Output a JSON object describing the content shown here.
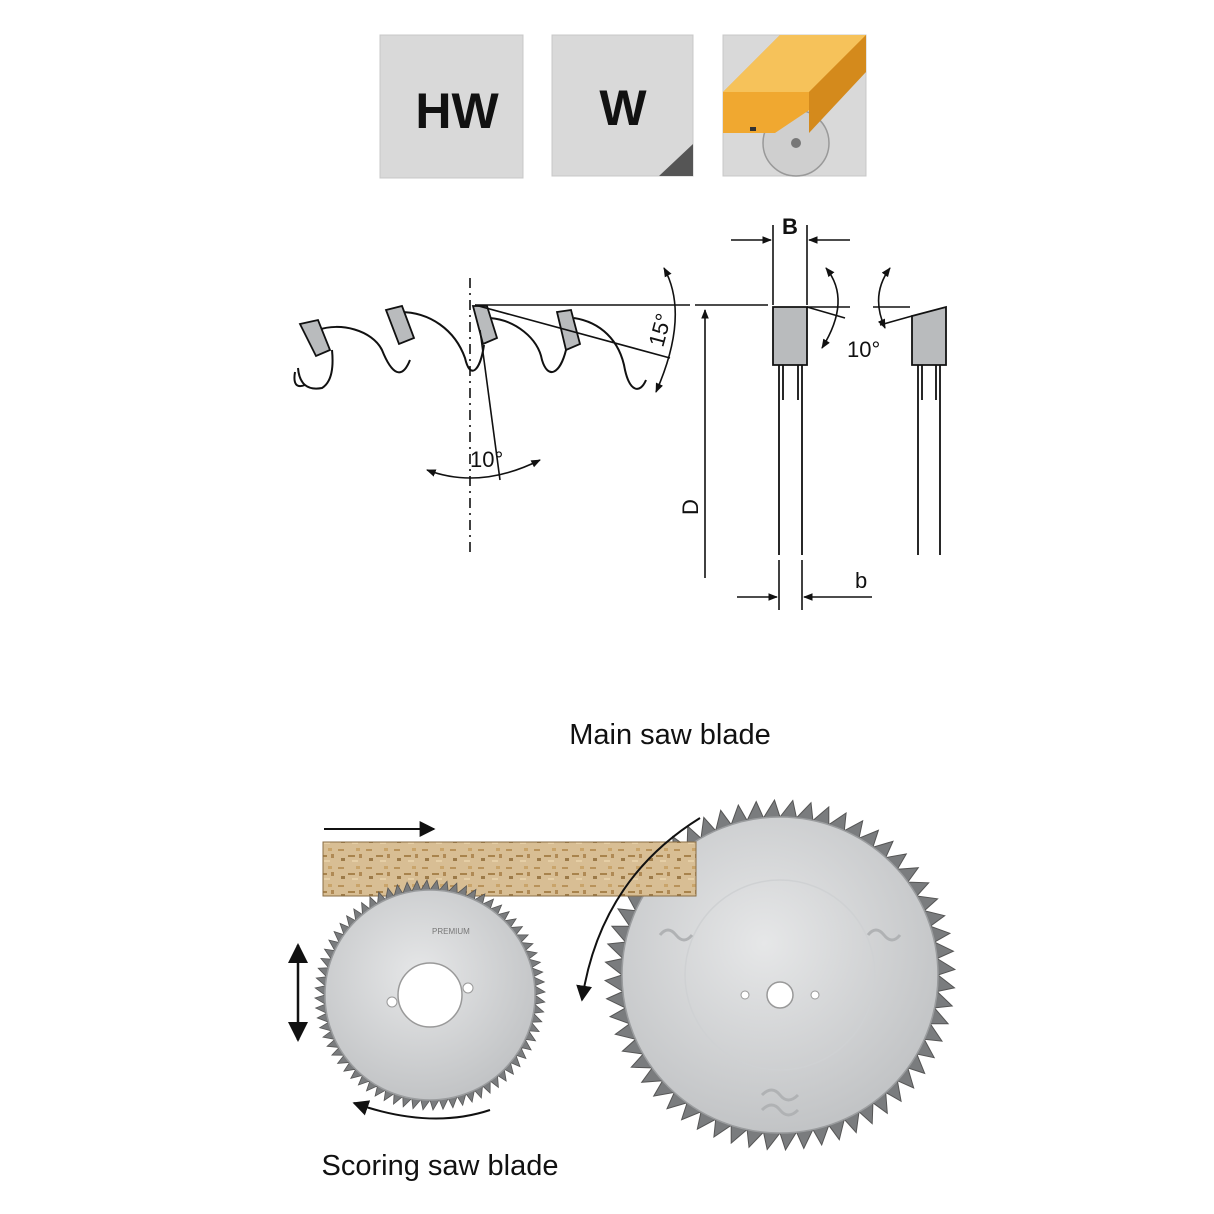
{
  "icons": [
    {
      "name": "hw-icon",
      "label": "HW"
    },
    {
      "name": "w-icon",
      "label": "W"
    },
    {
      "name": "board-on-blade-icon"
    }
  ],
  "diagram": {
    "rake_angle": "10°",
    "clearance_angle": "15°",
    "bevel_angle": "10°",
    "kerf_width_label": "B",
    "body_thickness_label": "b",
    "diameter_label": "D"
  },
  "captions": {
    "main": "Main saw blade",
    "scoring": "Scoring saw blade"
  },
  "scoring_blade_marking": "PREMIUM",
  "colors": {
    "icon_bg": "#d9d9d9",
    "board": "#f0a830",
    "blade": "#c4c6c8",
    "blade_dark": "#7a7c7e",
    "chipboard": "#d8be94"
  }
}
